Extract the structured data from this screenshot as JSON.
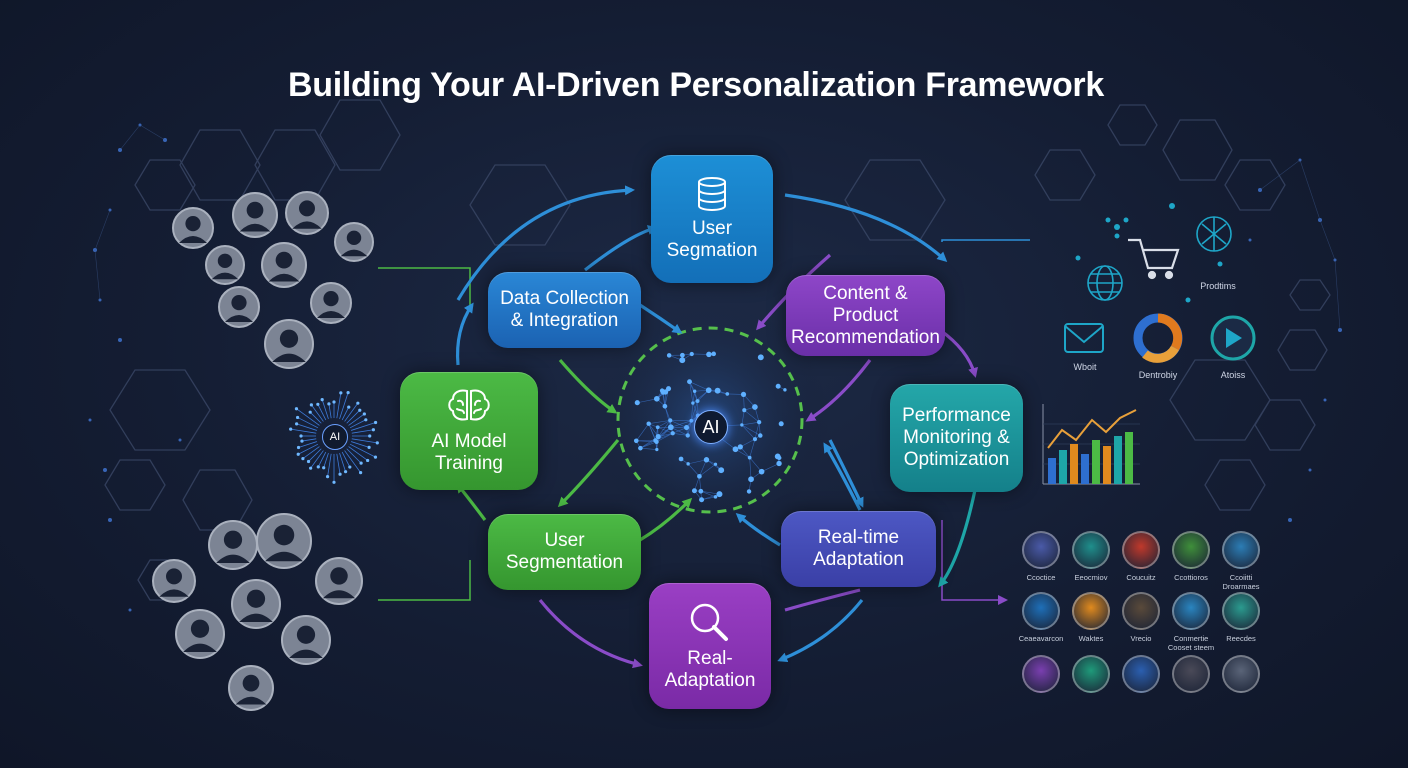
{
  "title": "Building Your AI-Driven Personalization Framework",
  "core": {
    "label": "AI"
  },
  "mini_core": {
    "label": "AI"
  },
  "nodes": {
    "user_segmation": "User\nSegmation",
    "data_collection": "Data Collection\n& Integration",
    "content_recommendation": "Content &\nProduct\nRecommendation",
    "ai_model_training": "AI Model\nTraining",
    "performance": "Performance\nMonitoring &\nOptimization",
    "user_segmentation": "User\nSegmentation",
    "realtime_adaptation": "Real-time\nAdaptation",
    "real_adaptation": "Real-\nAdaptation"
  },
  "right_icons": {
    "products": "Prodtims",
    "mail": "Wboit",
    "donut": "Dentrobiy",
    "play": "Atoiss"
  },
  "app_grid": [
    {
      "label": "Ccoctice",
      "color": "#4a5aa8"
    },
    {
      "label": "Eeocmiov",
      "color": "#1f8f8c"
    },
    {
      "label": "Coucuitz",
      "color": "#c0392b"
    },
    {
      "label": "Ccottioros",
      "color": "#3f8f3a"
    },
    {
      "label": "Ccoiitti\nDroarmaes",
      "color": "#2c7db5"
    },
    {
      "label": "Ceaeavarcon",
      "color": "#1e6fb8"
    },
    {
      "label": "Waktes",
      "color": "#e08a1e"
    },
    {
      "label": "Vrecio",
      "color": "#5a4a3a"
    },
    {
      "label": "Conmertie\nCooset steem",
      "color": "#2a85c0"
    },
    {
      "label": "Reecdes",
      "color": "#2b9b8f"
    },
    {
      "label": "",
      "color": "#7a3fb0"
    },
    {
      "label": "",
      "color": "#1f9a7a"
    },
    {
      "label": "",
      "color": "#2b5fb0"
    },
    {
      "label": "",
      "color": "#4a4a58"
    },
    {
      "label": "",
      "color": "#5a6478"
    }
  ],
  "colors": {
    "background": "#141d33",
    "arrow_blue": "#2e8fd8",
    "arrow_purple": "#8a4cc8",
    "arrow_green": "#4cba45",
    "arrow_teal": "#1ea6a8",
    "core_ring": "#56c04c"
  }
}
